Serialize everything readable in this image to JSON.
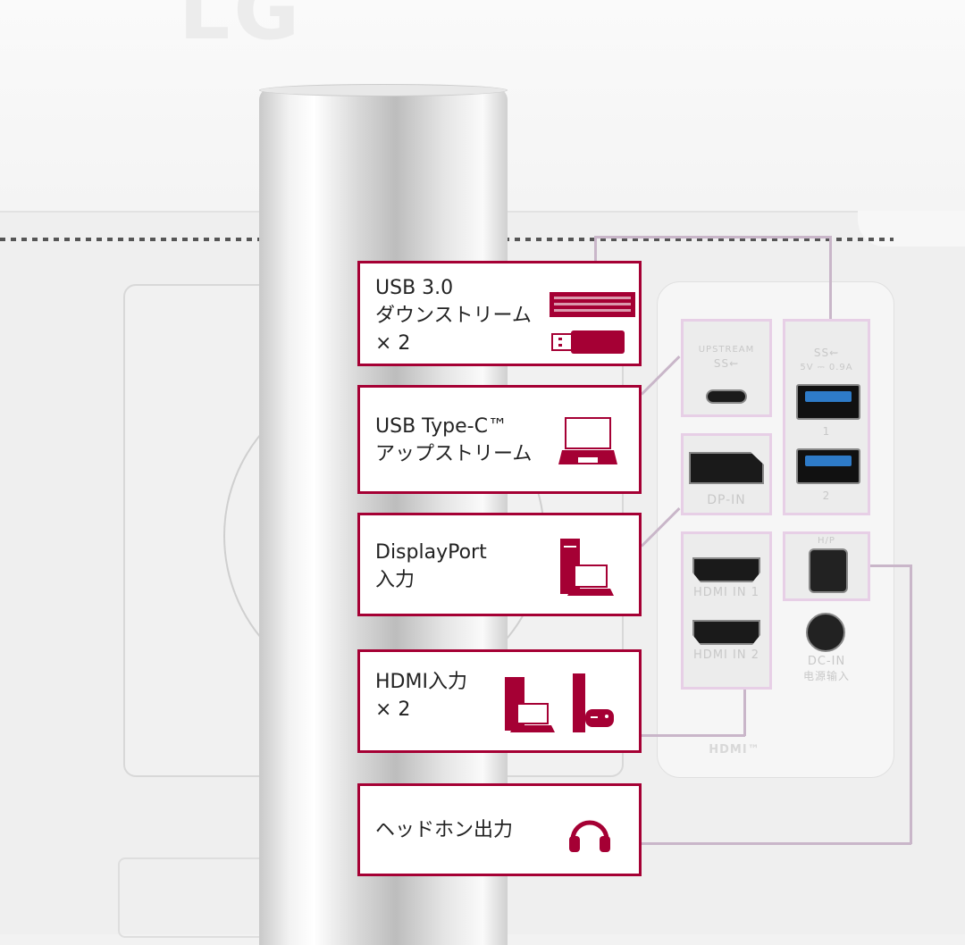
{
  "brand_watermark": "LG",
  "accent_color": "#a50034",
  "callouts": [
    {
      "lines": [
        "USB 3.0",
        "ダウンストリーム",
        "× 2"
      ],
      "icons": [
        "keyboard-icon",
        "usb-stick-icon"
      ]
    },
    {
      "lines": [
        "USB Type-C™",
        "アップストリーム"
      ],
      "icons": [
        "laptop-icon"
      ]
    },
    {
      "lines": [
        "DisplayPort",
        "入力"
      ],
      "icons": [
        "desktop-pc-icon"
      ]
    },
    {
      "lines": [
        "HDMI入力",
        "× 2"
      ],
      "icons": [
        "desktop-pc-icon",
        "game-console-icon"
      ]
    },
    {
      "lines": [
        "ヘッドホン出力"
      ],
      "icons": [
        "headphones-icon"
      ]
    }
  ],
  "ports": {
    "usbc_label1": "UPSTREAM",
    "usbc_label2": "SS⇜",
    "usba_label1": "SS⇜",
    "usba_label2": "5V ⎓ 0.9A",
    "usba_1": "1",
    "usba_2": "2",
    "dp": "DP-IN",
    "hdmi1": "HDMI IN 1",
    "hdmi2": "HDMI IN 2",
    "headphone": "H/P",
    "dc1": "DC-IN",
    "dc2": "电源输入",
    "hdmi_logo": "HDMI™"
  }
}
